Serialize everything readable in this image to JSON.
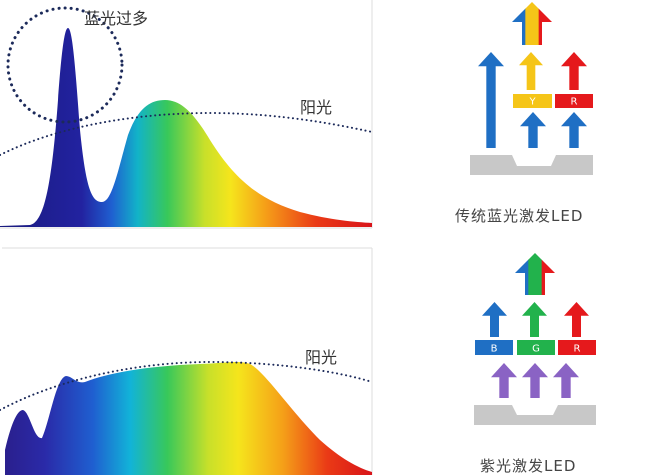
{
  "top_panel": {
    "blue_excess_label": "蓝光过多",
    "sunlight_label": "阳光",
    "caption": "传统蓝光激发LED",
    "boxes": [
      "Y",
      "R"
    ]
  },
  "bottom_panel": {
    "sunlight_label": "阳光",
    "caption": "紫光激发LED",
    "boxes": [
      "B",
      "G",
      "R"
    ]
  },
  "colors": {
    "blue": "#1f6fc4",
    "yellow": "#f5c518",
    "red": "#e5191c",
    "green": "#22b24c",
    "purple": "#8a63c4",
    "base_gray": "#c8c8c8",
    "dots": "#1c2a5a"
  }
}
